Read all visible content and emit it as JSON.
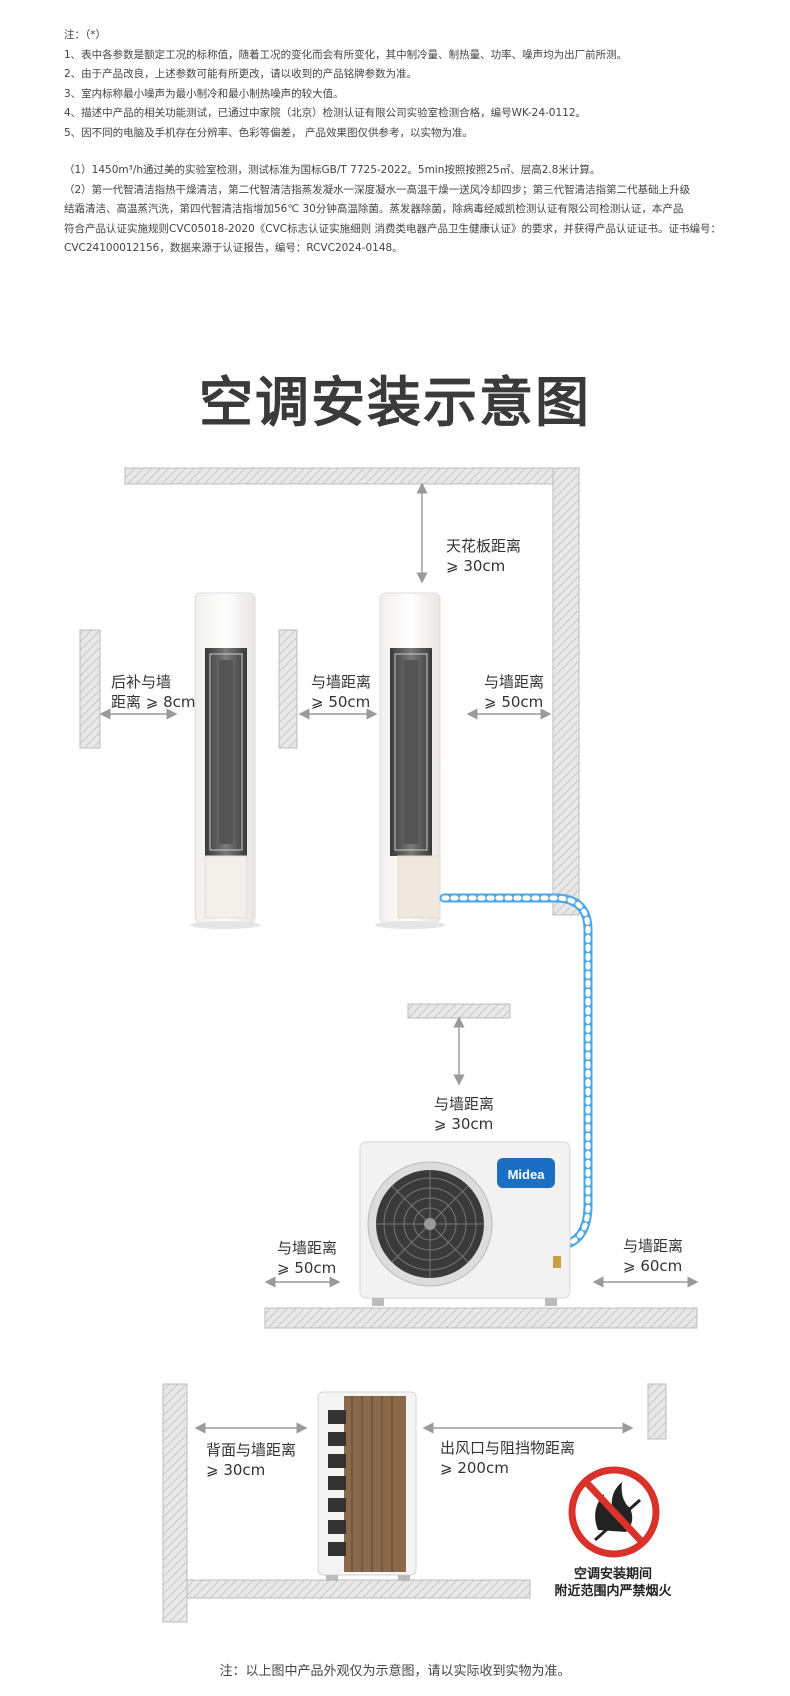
{
  "notes": {
    "lines": [
      "注：（*）",
      "1、表中各参数是额定工况的标称值，随着工况的变化而会有所变化，其中制冷量、制热量、功率、噪声均为出厂前所测。",
      "2、由于产品改良，上述参数可能有所更改，请以收到的产品铭牌参数为准。",
      "3、室内标称最小噪声为最小制冷和最小制热噪声的较大值。",
      "4、描述中产品的相关功能测试，已通过中家院（北京）检测认证有限公司实验室检测合格，编号WK-24-0112。",
      "5、因不同的电脑及手机存在分辨率、色彩等偏差， 产品效果图仅供参考，以实物为准。"
    ],
    "details": [
      "（1）1450m³/h通过美的实验室检测，测试标准为国标GB/T 7725-2022。5min按照按照25㎡、层高2.8米计算。",
      "（2）第一代智清洁指热干燥清洁，第二代智清洁指蒸发凝水一深度凝水一高温干燥一送风冷却四步；第三代智清洁指第二代基础上升级",
      "结霜清洁、高温蒸汽洗，第四代智清洁指增加56℃ 30分钟高温除菌。蒸发器除菌，除病毒经威凯检测认证有限公司检测认证，本产品",
      "符合产品认证实施规则CVC05018-2020《CVC标志认证实施细则 消费类电器产品卫生健康认证》的要求，并获得产品认证证书。证书编号：",
      "CVC24100012156，数据来源于认证报告，编号：RCVC2024-0148。"
    ]
  },
  "title": "空调安装示意图",
  "labels": {
    "ceiling_line1": "天花板距离",
    "ceiling_line2": "⩾ 30cm",
    "rear_line1": "后补与墙",
    "rear_line2": "距离 ⩾ 8cm",
    "between_line1": "与墙距离",
    "between_line2": "⩾ 50cm",
    "right_line1": "与墙距离",
    "right_line2": "⩾ 50cm",
    "outdoor_top_line1": "与墙距离",
    "outdoor_top_line2": "⩾ 30cm",
    "outdoor_left_line1": "与墙距离",
    "outdoor_left_line2": "⩾ 50cm",
    "outdoor_right_line1": "与墙距离",
    "outdoor_right_line2": "⩾ 60cm",
    "back_line1": "背面与墙距离",
    "back_line2": "⩾ 30cm",
    "outlet_line1": "出风口与阻挡物距离",
    "outlet_line2": "⩾ 200cm"
  },
  "brand": "Midea",
  "warning": {
    "line1": "空调安装期间",
    "line2": "附近范围内严禁烟火"
  },
  "footer": "注：以上图中产品外观仅为示意图，请以实际收到实物为准。",
  "colors": {
    "pipe": "#4aa8e8",
    "wall": "#d4d4d4",
    "arrow": "#9a9a9a",
    "prohibit": "#d8322a",
    "brand": "#1a6fc4"
  }
}
